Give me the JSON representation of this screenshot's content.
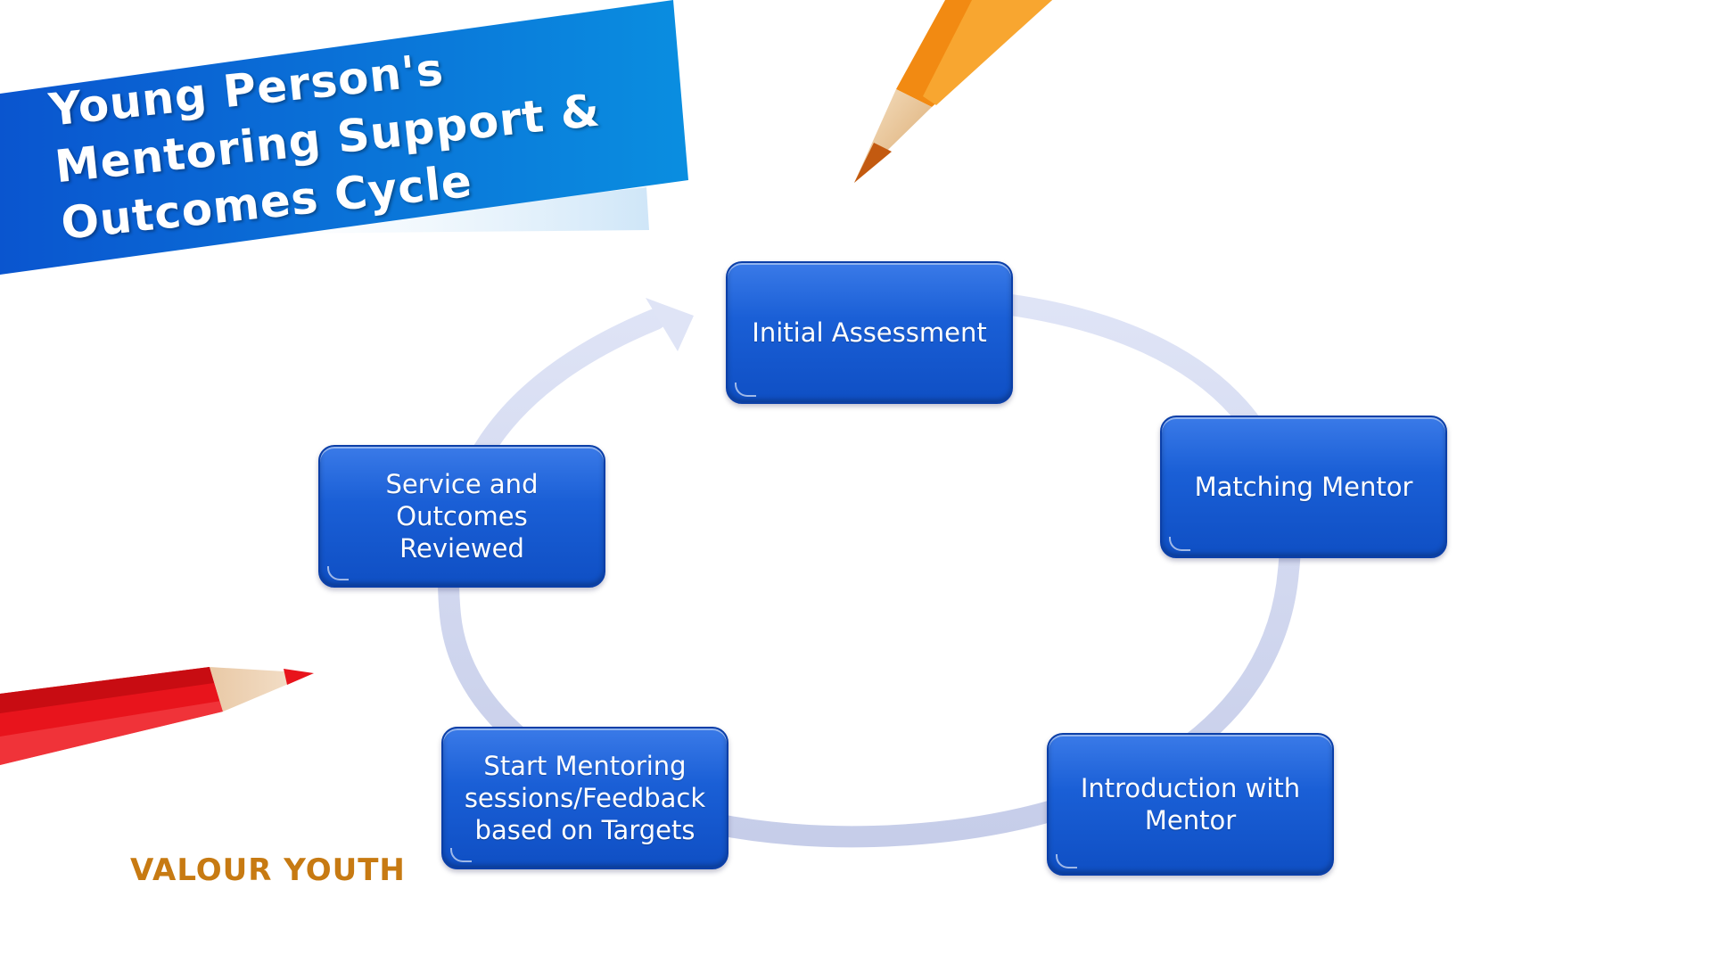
{
  "title": {
    "lines": [
      "Young Person's",
      "Mentoring Support &",
      "Outcomes Cycle"
    ]
  },
  "steps": [
    {
      "label": "Initial Assessment"
    },
    {
      "label": "Matching Mentor"
    },
    {
      "label": "Introduction with\nMentor"
    },
    {
      "label": "Start Mentoring\nsessions/Feedback\nbased on Targets"
    },
    {
      "label": "Service and\nOutcomes\nReviewed"
    }
  ],
  "brand": "VALOUR YOUTH",
  "colors": {
    "banner": "#0a62d8",
    "box": "#1a5fd6",
    "ring": "#d4daf0",
    "brand": "#c77a12",
    "pencil_orange": "#f28a12",
    "pencil_red": "#e8141c"
  },
  "icons": [
    "orange-pencil-icon",
    "red-pencil-icon",
    "cycle-arrow-icon"
  ]
}
